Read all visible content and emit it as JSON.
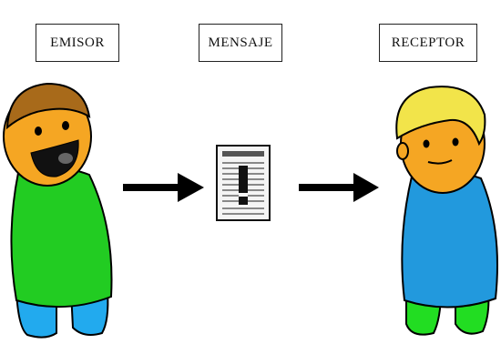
{
  "labels": {
    "sender": "EMISOR",
    "message": "MENSAJE",
    "receiver": "RECEPTOR"
  },
  "colors": {
    "sender_shirt": "#22cc22",
    "sender_pants": "#22aaee",
    "sender_hair": "#a86a1a",
    "skin": "#f5a623",
    "receiver_shirt": "#2299dd",
    "receiver_pants": "#22dd22",
    "receiver_hair": "#f2e44a",
    "arrow": "#000000"
  },
  "icons": [
    "sender-person-icon",
    "arrow-right-icon",
    "message-document-icon",
    "receiver-person-icon"
  ]
}
